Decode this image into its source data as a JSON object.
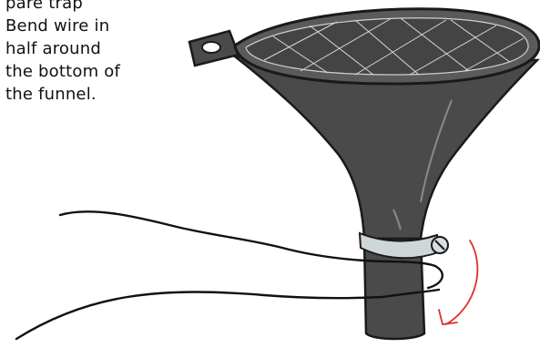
{
  "caption": {
    "lines": [
      "pare trap",
      "Bend wire in",
      "half around",
      "the bottom of",
      "the funnel."
    ]
  },
  "illustration": {
    "icon": "funnel-with-wire-illustration",
    "colors": {
      "funnel": "#4a4a4a",
      "funnel_highlight": "#6e6e6e",
      "clamp": "#cfd6d8",
      "wire": "#111111",
      "arrow": "#e0302a"
    }
  }
}
